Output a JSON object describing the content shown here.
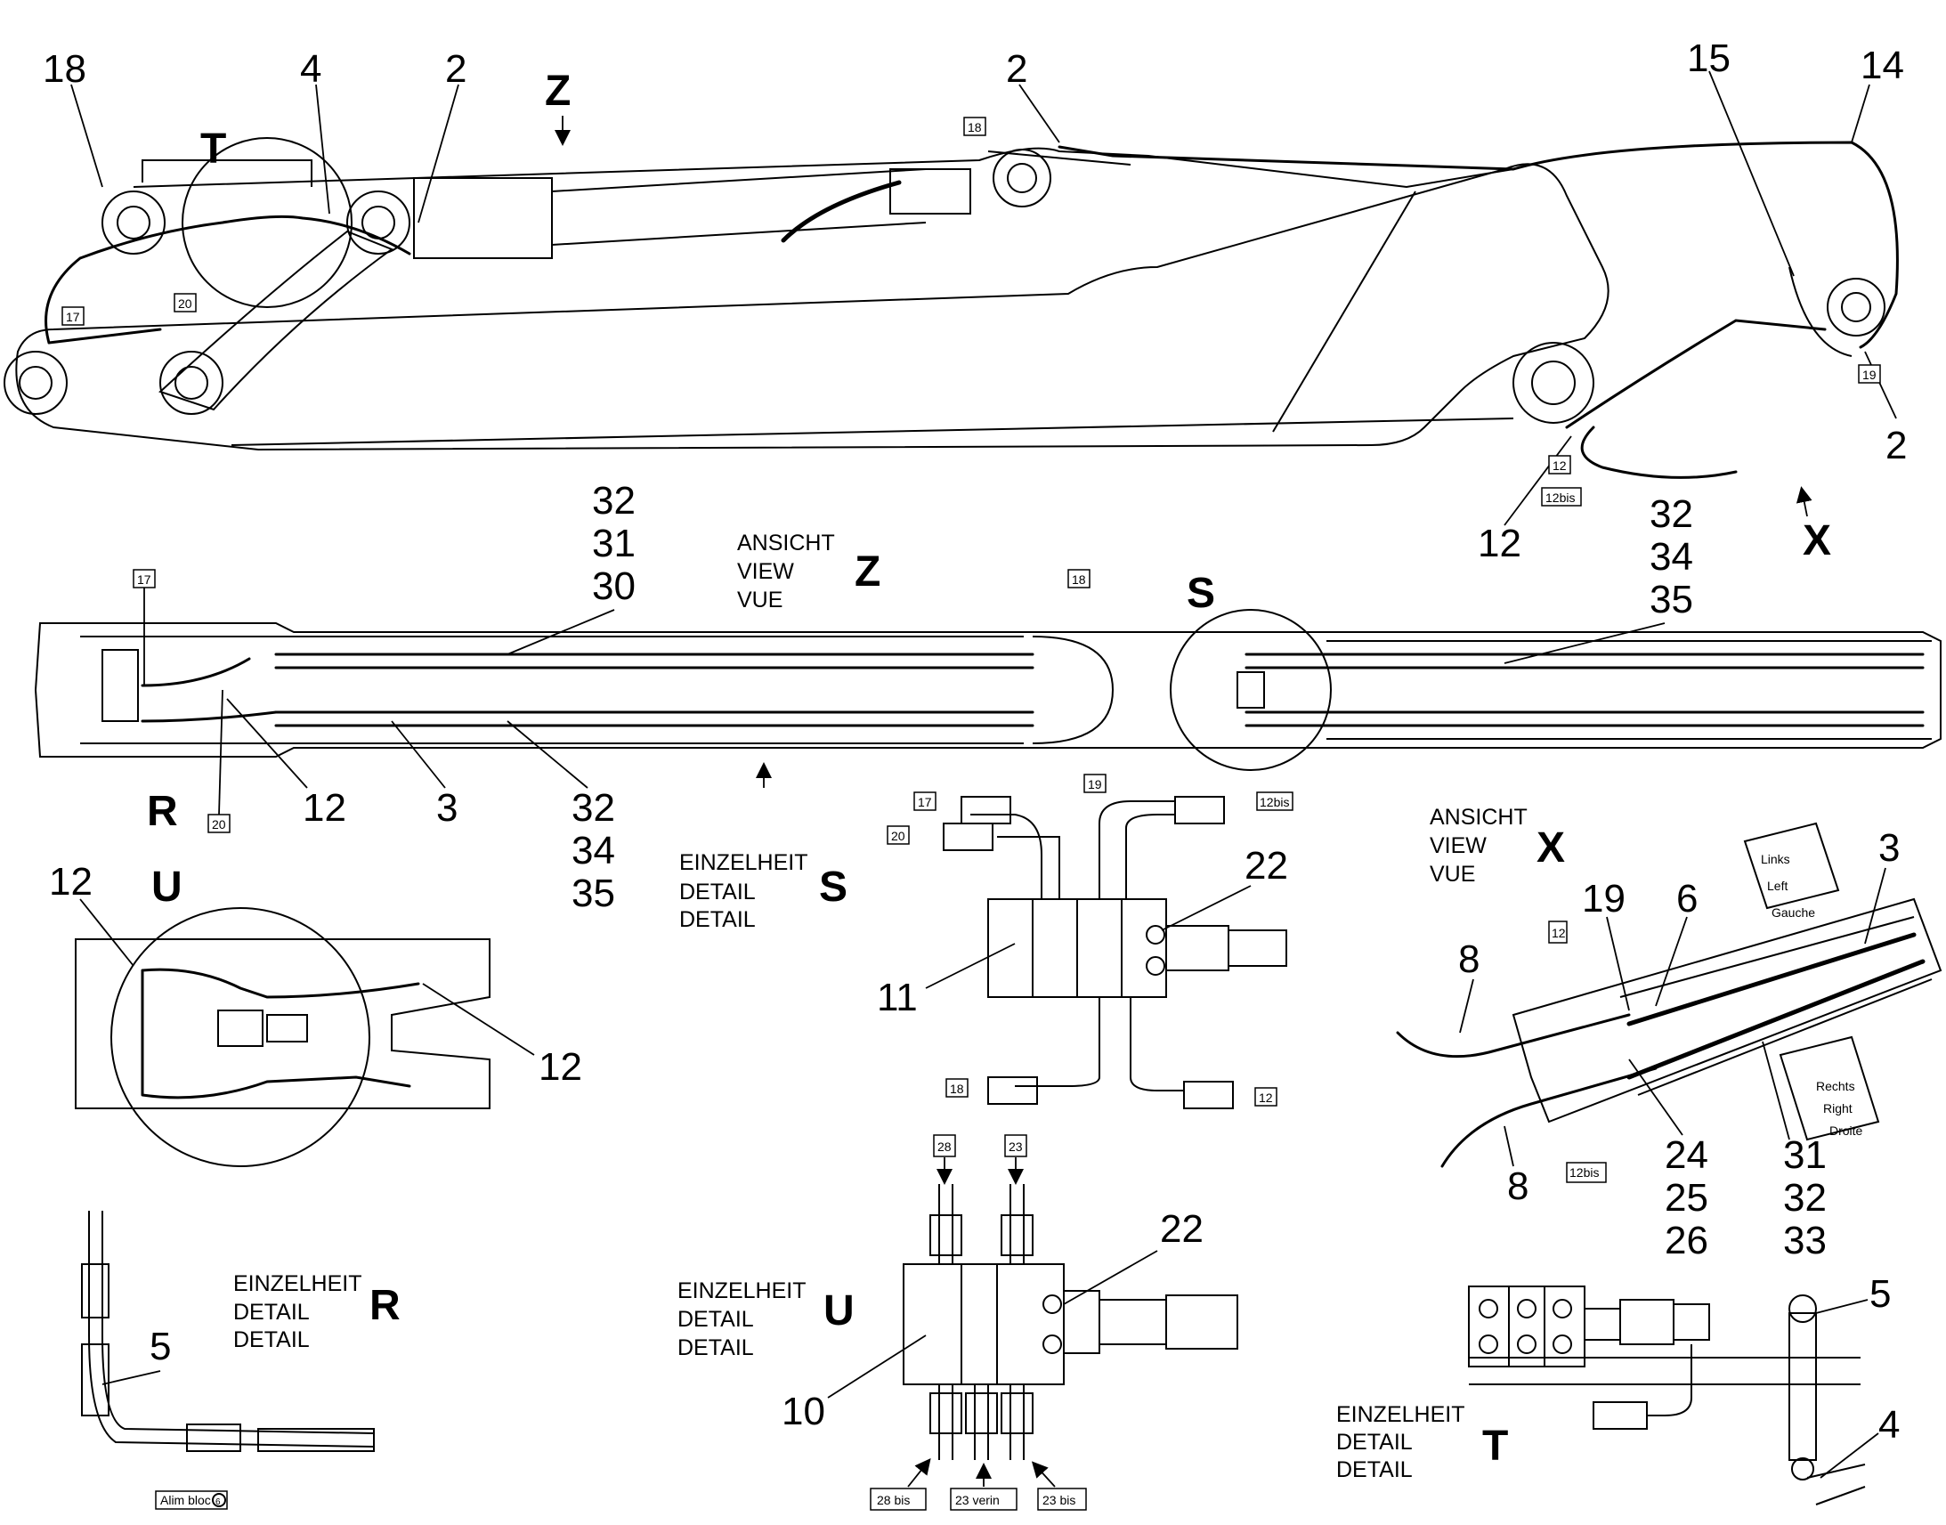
{
  "top_view": {
    "callouts": [
      "18",
      "4",
      "2",
      "2",
      "15",
      "14",
      "2",
      "12"
    ],
    "view_letters": [
      "T",
      "Z",
      "X"
    ],
    "tags": [
      "17",
      "20",
      "18",
      "19",
      "12",
      "12bis"
    ]
  },
  "view_z": {
    "heading": [
      "ANSICHT",
      "VIEW",
      "VUE"
    ],
    "letter": "Z",
    "detail_letters": [
      "R",
      "S"
    ],
    "callouts": [
      "32",
      "31",
      "30",
      "12",
      "3",
      "32",
      "34",
      "35",
      "32",
      "34",
      "35"
    ],
    "tags": [
      "17",
      "18",
      "20"
    ]
  },
  "detail_u_circle": {
    "letter": "U",
    "callouts": [
      "12",
      "12"
    ]
  },
  "detail_s": {
    "heading": [
      "EINZELHEIT",
      "DETAIL",
      "DETAIL"
    ],
    "letter": "S",
    "callouts": [
      "22",
      "11"
    ],
    "tags": [
      "17",
      "20",
      "19",
      "12bis",
      "18",
      "12"
    ]
  },
  "view_x": {
    "heading": [
      "ANSICHT",
      "VIEW",
      "VUE"
    ],
    "letter": "X",
    "callouts": [
      "3",
      "19",
      "6",
      "8",
      "8",
      "24",
      "25",
      "26",
      "31",
      "32",
      "33"
    ],
    "tags": [
      "12",
      "12bis"
    ],
    "side_left": [
      "Links",
      "Left",
      "Gauche"
    ],
    "side_right": [
      "Rechts",
      "Right",
      "Droite"
    ]
  },
  "detail_r": {
    "heading": [
      "EINZELHEIT",
      "DETAIL",
      "DETAIL"
    ],
    "letter": "R",
    "callouts": [
      "5"
    ],
    "tag": "Alim bloc",
    "tag_num": "6"
  },
  "detail_u": {
    "heading": [
      "EINZELHEIT",
      "DETAIL",
      "DETAIL"
    ],
    "letter": "U",
    "callouts": [
      "22",
      "10"
    ],
    "tags": [
      "28",
      "23",
      "28 bis",
      "23 verin",
      "23 bis"
    ]
  },
  "detail_t": {
    "heading": [
      "EINZELHEIT",
      "DETAIL",
      "DETAIL"
    ],
    "letter": "T",
    "callouts": [
      "5",
      "4"
    ]
  }
}
